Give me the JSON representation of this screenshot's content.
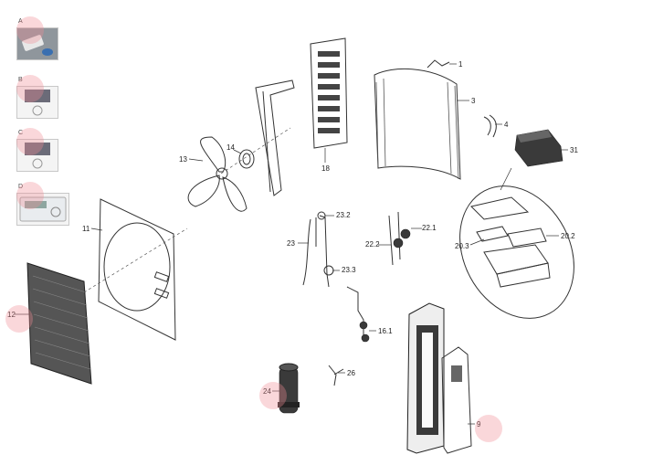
{
  "thumbnails": [
    {
      "letter": "A",
      "name": "remote-controller-hand"
    },
    {
      "letter": "B",
      "name": "wired-controller-b"
    },
    {
      "letter": "C",
      "name": "wired-controller-c"
    },
    {
      "letter": "D",
      "name": "central-controller-d"
    }
  ],
  "part_labels": {
    "p1": "1",
    "p3": "3",
    "p4": "4",
    "p31": "31",
    "p13": "13",
    "p14": "14",
    "p18": "18",
    "p11": "11",
    "p12": "12",
    "p23_2": "23.2",
    "p23": "23",
    "p23_3": "23.3",
    "p22_1": "22.1",
    "p22_2": "22.2",
    "p20_3": "20.3",
    "p20_2": "20.2",
    "p16_1": "16.1",
    "p26": "26",
    "p24": "24",
    "p9": "9"
  },
  "colors": {
    "hotspot": "#f08c96",
    "line": "#333333"
  }
}
